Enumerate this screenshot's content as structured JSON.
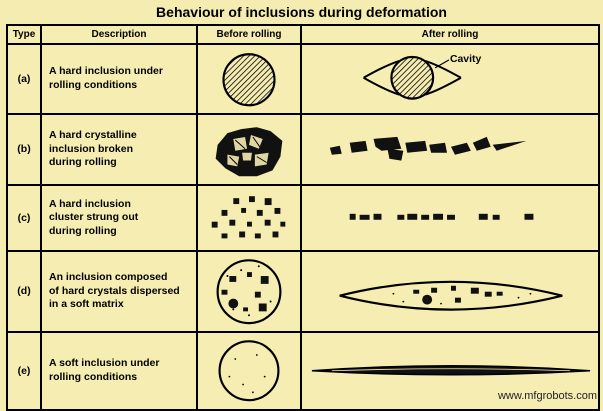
{
  "title": "Behaviour of inclusions during deformation",
  "headers": {
    "type": "Type",
    "description": "Description",
    "before": "Before rolling",
    "after": "After rolling"
  },
  "rows": [
    {
      "type": "(a)",
      "description": [
        "A hard inclusion under",
        "rolling conditions"
      ]
    },
    {
      "type": "(b)",
      "description": [
        "A hard crystalline",
        "inclusion broken",
        "during rolling"
      ]
    },
    {
      "type": "(c)",
      "description": [
        "A hard inclusion",
        "cluster strung out",
        "during rolling"
      ]
    },
    {
      "type": "(d)",
      "description": [
        "An inclusion composed",
        "of hard crystals dispersed",
        "in a soft matrix"
      ]
    },
    {
      "type": "(e)",
      "description": [
        "A soft inclusion under",
        "rolling conditions"
      ]
    }
  ],
  "annotations": {
    "cavity": "Cavity"
  },
  "footer": "www.mfgrobots.com"
}
